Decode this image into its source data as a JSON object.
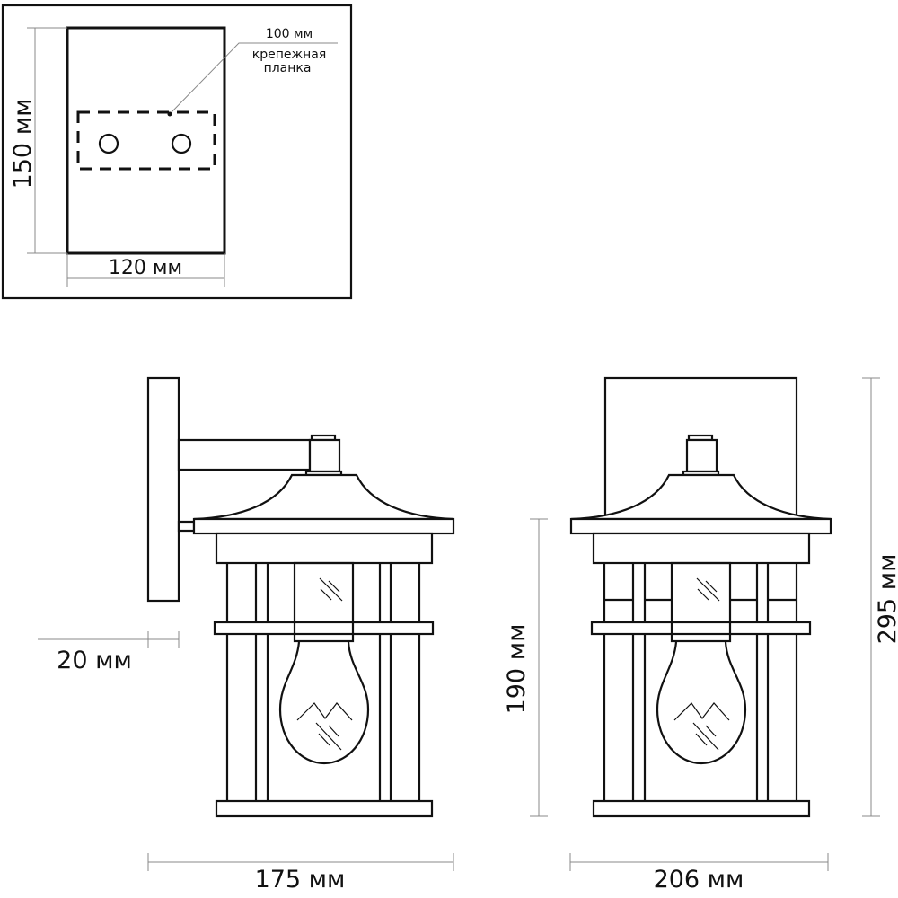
{
  "plan_view": {
    "height_label": "150 мм",
    "width_label": "120 мм",
    "plate_size_label": "100 мм",
    "plate_name_line1": "крепежная",
    "plate_name_line2": "планка"
  },
  "side_view": {
    "projection_label": "20 мм",
    "width_label": "175 мм"
  },
  "front_view": {
    "body_height_label": "190 мм",
    "total_height_label": "295 мм",
    "width_label": "206 мм"
  }
}
